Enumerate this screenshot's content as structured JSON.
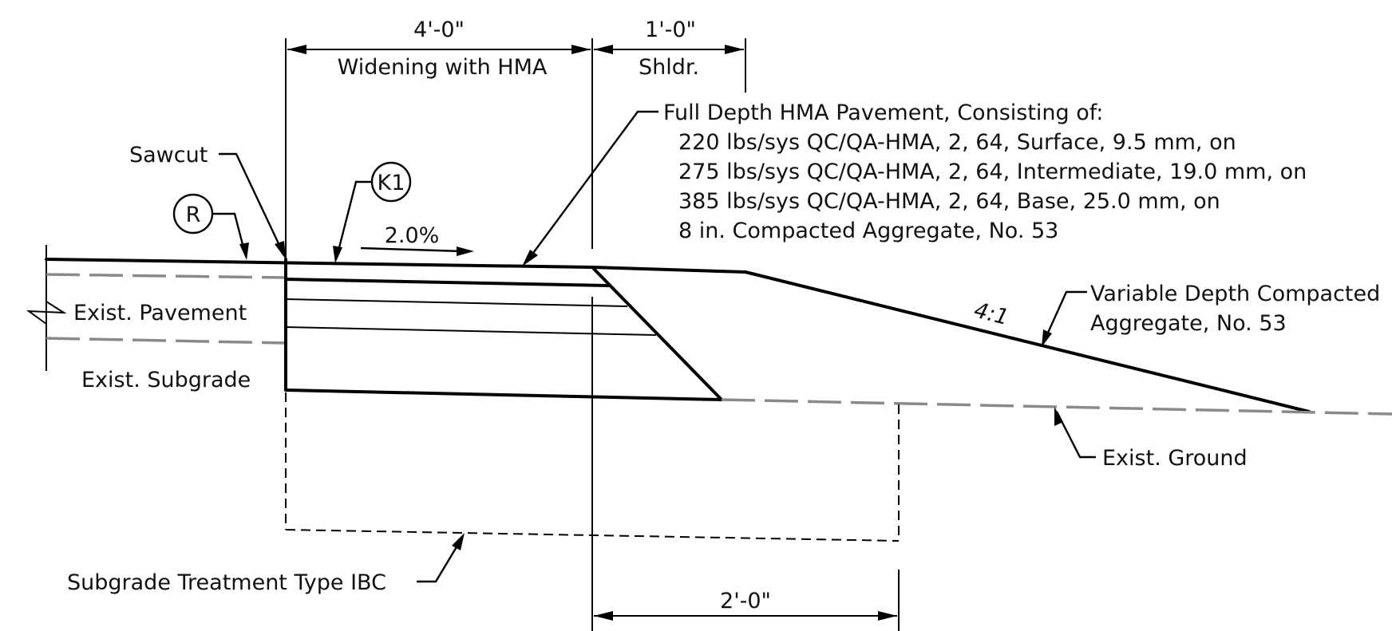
{
  "dimensions": {
    "widening_width": "4'-0\"",
    "widening_label": "Widening with HMA",
    "shoulder_width": "1'-0\"",
    "shoulder_label": "Shldr.",
    "treatment_extension": "2'-0\""
  },
  "callouts": {
    "sawcut": "Sawcut",
    "symbol_r": "R",
    "symbol_k1": "K1",
    "cross_slope": "2.0%",
    "side_slope": "4:1",
    "exist_pavement": "Exist. Pavement",
    "exist_subgrade": "Exist. Subgrade",
    "exist_ground": "Exist. Ground",
    "subgrade_treatment": "Subgrade Treatment Type IBC"
  },
  "pavement_note": {
    "title": "Full Depth HMA Pavement, Consisting of:",
    "layers": [
      "220 lbs/sys QC/QA-HMA, 2, 64, Surface, 9.5 mm, on",
      "275 lbs/sys QC/QA-HMA, 2, 64, Intermediate, 19.0 mm, on",
      "385 lbs/sys QC/QA-HMA, 2, 64, Base, 25.0 mm, on",
      "8 in. Compacted Aggregate, No. 53"
    ]
  },
  "aggregate_note": {
    "line1": "Variable Depth Compacted",
    "line2": "Aggregate, No. 53"
  },
  "colors": {
    "linework": "#000000",
    "existing_dashed": "#8a8a8a",
    "background": "#ffffff"
  }
}
